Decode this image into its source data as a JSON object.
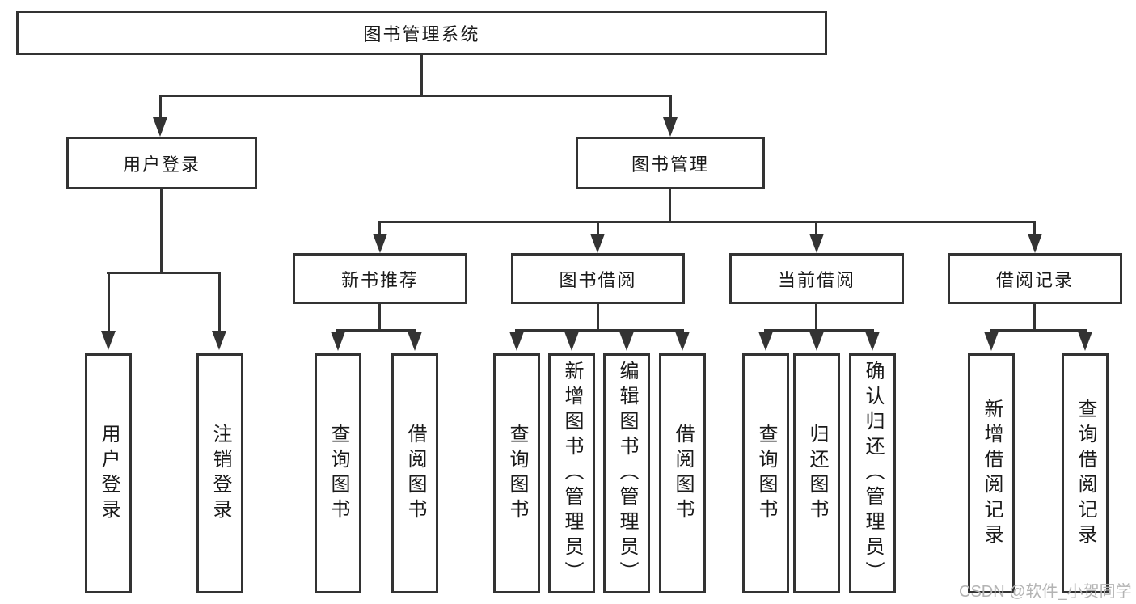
{
  "diagram": {
    "root": {
      "label": "图书管理系统"
    },
    "children": [
      {
        "label": "用户登录",
        "children": [
          {
            "label": "用户登录"
          },
          {
            "label": "注销登录"
          }
        ]
      },
      {
        "label": "图书管理",
        "children": [
          {
            "label": "新书推荐",
            "children": [
              {
                "label": "查询图书"
              },
              {
                "label": "借阅图书"
              }
            ]
          },
          {
            "label": "图书借阅",
            "children": [
              {
                "label": "查询图书"
              },
              {
                "label": "新增图书（管理员）"
              },
              {
                "label": "编辑图书（管理员）"
              },
              {
                "label": "借阅图书"
              }
            ]
          },
          {
            "label": "当前借阅",
            "children": [
              {
                "label": "查询图书"
              },
              {
                "label": "归还图书"
              },
              {
                "label": "确认归还（管理员）"
              }
            ]
          },
          {
            "label": "借阅记录",
            "children": [
              {
                "label": "新增借阅记录"
              },
              {
                "label": "查询借阅记录"
              }
            ]
          }
        ]
      }
    ]
  },
  "watermark": {
    "text": "CSDN @软件_小贺同学",
    "color": "#b3b3b3"
  },
  "colors": {
    "line": "#333333",
    "text": "#1a1a1a",
    "background": "#ffffff"
  }
}
